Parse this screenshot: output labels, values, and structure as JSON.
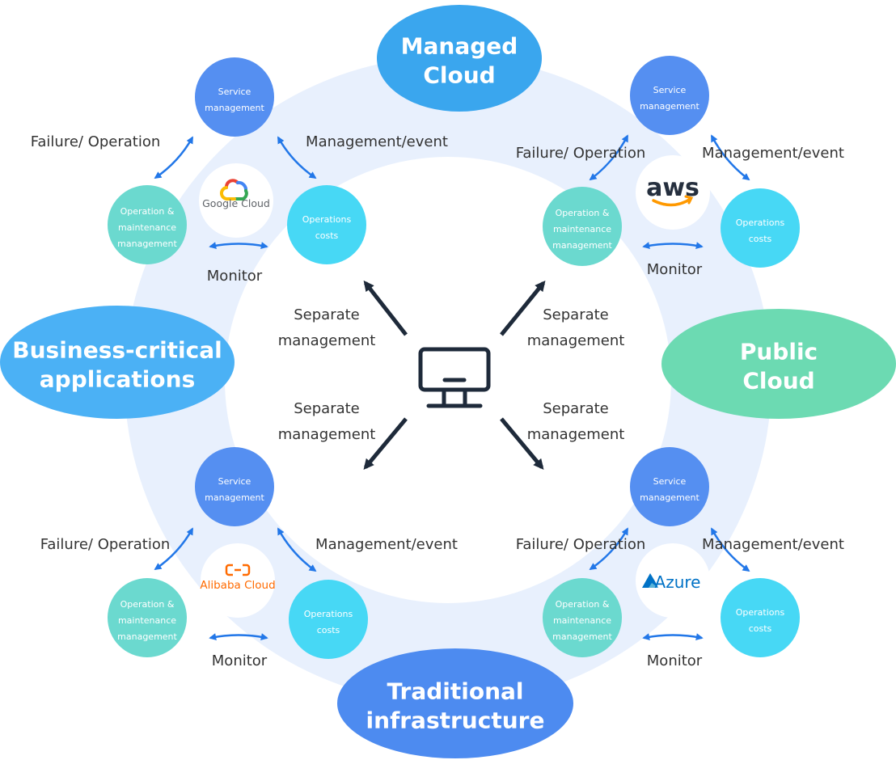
{
  "hubs": {
    "top": {
      "lines": [
        "Managed",
        "Cloud"
      ],
      "color": "#3aa6ee"
    },
    "left": {
      "lines": [
        "Business-critical",
        "applications"
      ],
      "color": "#4bb1f5"
    },
    "right": {
      "lines": [
        "Public",
        "Cloud"
      ],
      "color": "#6cdab2"
    },
    "bottom": {
      "lines": [
        "Traditional",
        "infrastructure"
      ],
      "color": "#4d8bf0"
    }
  },
  "center": {
    "icon": "monitor-icon"
  },
  "connector_label": [
    "Separate",
    "management"
  ],
  "clusters": [
    {
      "logo": "google-cloud-logo",
      "logo_text": "Google Cloud",
      "service": [
        "Service",
        "management"
      ],
      "ops": [
        "Operation &",
        "maintenance",
        "management"
      ],
      "costs": [
        "Operations",
        "costs"
      ],
      "failure": "Failure/ Operation",
      "mgmt_event": "Management/event",
      "monitor": "Monitor"
    },
    {
      "logo": "aws-logo",
      "logo_text": "aws",
      "service": [
        "Service",
        "management"
      ],
      "ops": [
        "Operation &",
        "maintenance",
        "management"
      ],
      "costs": [
        "Operations",
        "costs"
      ],
      "failure": "Failure/ Operation",
      "mgmt_event": "Management/event",
      "monitor": "Monitor"
    },
    {
      "logo": "alibaba-cloud-logo",
      "logo_text": "Alibaba Cloud",
      "service": [
        "Service",
        "management"
      ],
      "ops": [
        "Operation &",
        "maintenance",
        "management"
      ],
      "costs": [
        "Operations",
        "costs"
      ],
      "failure": "Failure/ Operation",
      "mgmt_event": "Management/event",
      "monitor": "Monitor"
    },
    {
      "logo": "azure-logo",
      "logo_text": "Azure",
      "service": [
        "Service",
        "management"
      ],
      "ops": [
        "Operation &",
        "maintenance",
        "management"
      ],
      "costs": [
        "Operations",
        "costs"
      ],
      "failure": "Failure/ Operation",
      "mgmt_event": "Management/event",
      "monitor": "Monitor"
    }
  ],
  "colors": {
    "ring": "#e8f0fd",
    "service": "#558ff1",
    "ops": "#6bd9cf",
    "costs": "#47d8f5",
    "bidir_arrow": "#2277e8",
    "center_arrow": "#1e2a3a"
  }
}
